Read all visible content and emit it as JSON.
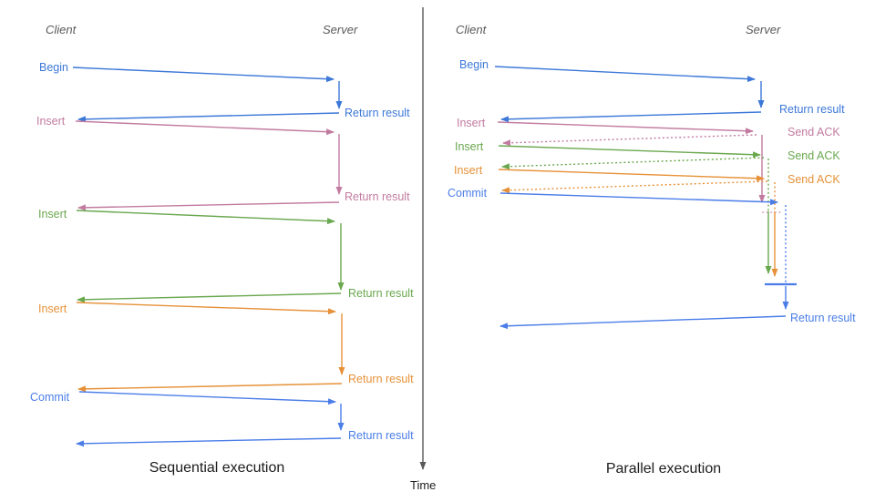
{
  "colors": {
    "blue": "#3c78d8",
    "commit_blue": "#4a7de8",
    "pink": "#c27ba0",
    "green": "#6aa84f",
    "orange": "#e69138",
    "axis_gray": "#595959",
    "title_black": "#1c1c1c"
  },
  "left": {
    "client_label": "Client",
    "server_label": "Server",
    "title": "Sequential execution",
    "ops": [
      {
        "label": "Begin",
        "return_label": "Return result"
      },
      {
        "label": "Insert",
        "return_label": "Return result"
      },
      {
        "label": "Insert",
        "return_label": "Return result"
      },
      {
        "label": "Insert",
        "return_label": "Return result"
      },
      {
        "label": "Commit",
        "return_label": "Return result"
      }
    ]
  },
  "right": {
    "client_label": "Client",
    "server_label": "Server",
    "title": "Parallel execution",
    "ops": [
      {
        "label": "Begin",
        "return_label": "Return result"
      },
      {
        "label": "Insert",
        "ack_label": "Send ACK"
      },
      {
        "label": "Insert",
        "ack_label": "Send ACK"
      },
      {
        "label": "Insert",
        "ack_label": "Send ACK"
      },
      {
        "label": "Commit"
      }
    ],
    "final_return_label": "Return result"
  },
  "time_axis": {
    "label": "Time"
  }
}
